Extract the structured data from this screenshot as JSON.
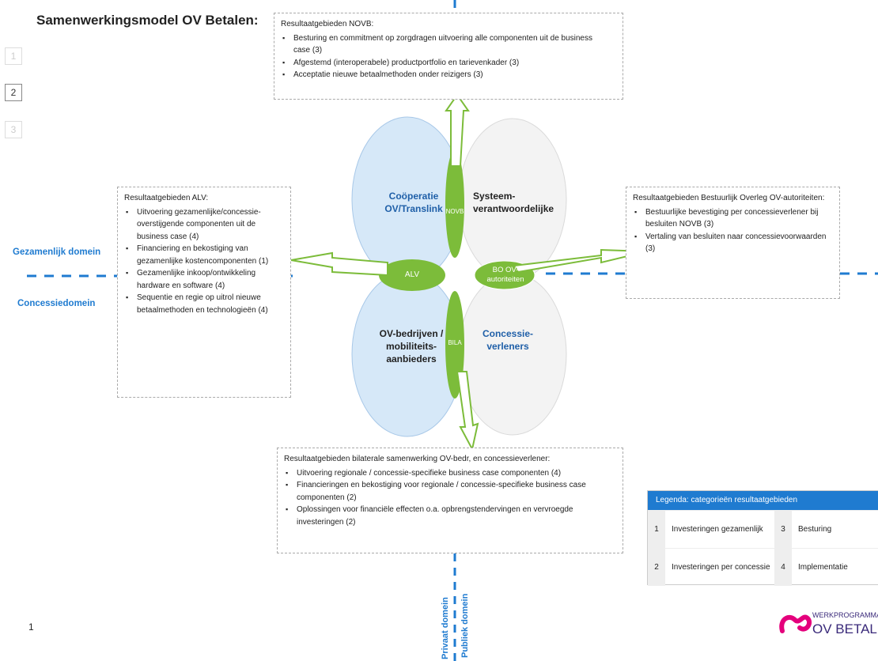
{
  "title": "Samenwerkingsmodel OV Betalen:",
  "nav": [
    "1",
    "2",
    "3"
  ],
  "page_number": "1",
  "domains": {
    "gezamenlijk": "Gezamenlijk domein",
    "concessie": "Concessiedomein",
    "privaat": "Privaat domein",
    "publiek": "Publiek domein"
  },
  "circles": {
    "top_left": [
      "Coöperatie",
      "OV/Translink"
    ],
    "top_right": [
      "Systeem-",
      "verantwoordelijke"
    ],
    "bottom_left": [
      "OV-bedrijven /",
      "mobiliteits-",
      "aanbieders"
    ],
    "bottom_right": [
      "Concessie-",
      "verleners"
    ]
  },
  "leaves": {
    "novb": "NOVB",
    "alv": "ALV",
    "bo": [
      "BO OV-",
      "autoriteiten"
    ],
    "bila": "BILA"
  },
  "boxes": {
    "novb": {
      "header": "Resultaatgebieden NOVB:",
      "items": [
        [
          "Besturing en commitment op zorgdragen uitvoering alle componenten uit de business",
          "case (3)"
        ],
        [
          "Afgestemd (interoperabele) productportfolio en tarievenkader (3)"
        ],
        [
          "Acceptatie nieuwe betaalmethoden onder reizigers (3)"
        ]
      ]
    },
    "alv": {
      "header": "Resultaatgebieden ALV:",
      "items": [
        [
          "Uitvoering gezamenlijke/concessie-",
          "overstijgende componenten uit de",
          "business case (4)"
        ],
        [
          "Financiering en bekostiging van",
          "gezamenlijke kostencomponenten (1)"
        ],
        [
          "Gezamenlijke inkoop/ontwikkeling",
          "hardware en software (4)"
        ],
        [
          "Sequentie en regie op uitrol nieuwe",
          "betaalmethoden en technologieën (4)"
        ]
      ]
    },
    "bo": {
      "header": "Resultaatgebieden Bestuurlijk Overleg OV-autoriteiten:",
      "items": [
        [
          "Bestuurlijke bevestiging per concessieverlener bij",
          "besluiten NOVB (3)"
        ],
        [
          "Vertaling van besluiten naar concessievoorwaarden",
          "(3)"
        ]
      ]
    },
    "bila": {
      "header": "Resultaatgebieden bilaterale samenwerking OV-bedr, en concessieverlener:",
      "items": [
        [
          "Uitvoering regionale / concessie-specifieke business case componenten (4)"
        ],
        [
          "Financieringen en bekostiging voor regionale / concessie-specifieke business case",
          "componenten (2)"
        ],
        [
          "Oplossingen voor financiële effecten o.a. opbrengstendervingen en vervroegde",
          "investeringen (2)"
        ]
      ]
    }
  },
  "legend": {
    "title": "Legenda: categorieën resultaatgebieden",
    "rows": [
      {
        "n1": "1",
        "t1": "Investeringen gezamenlijk",
        "n2": "3",
        "t2": "Besturing"
      },
      {
        "n1": "2",
        "t1": "Investeringen per concessie",
        "n2": "4",
        "t2": "Implementatie"
      }
    ]
  },
  "logo": {
    "line1": "WERKPROGRAMMA",
    "line2": "OV BETALEN"
  },
  "colors": {
    "blue": "#1f7bd0",
    "circle_blue": "#d6e8f8",
    "circle_grey": "#f2f2f2",
    "leaf_green": "#7cbc3a",
    "logo_pink": "#e4007c"
  }
}
